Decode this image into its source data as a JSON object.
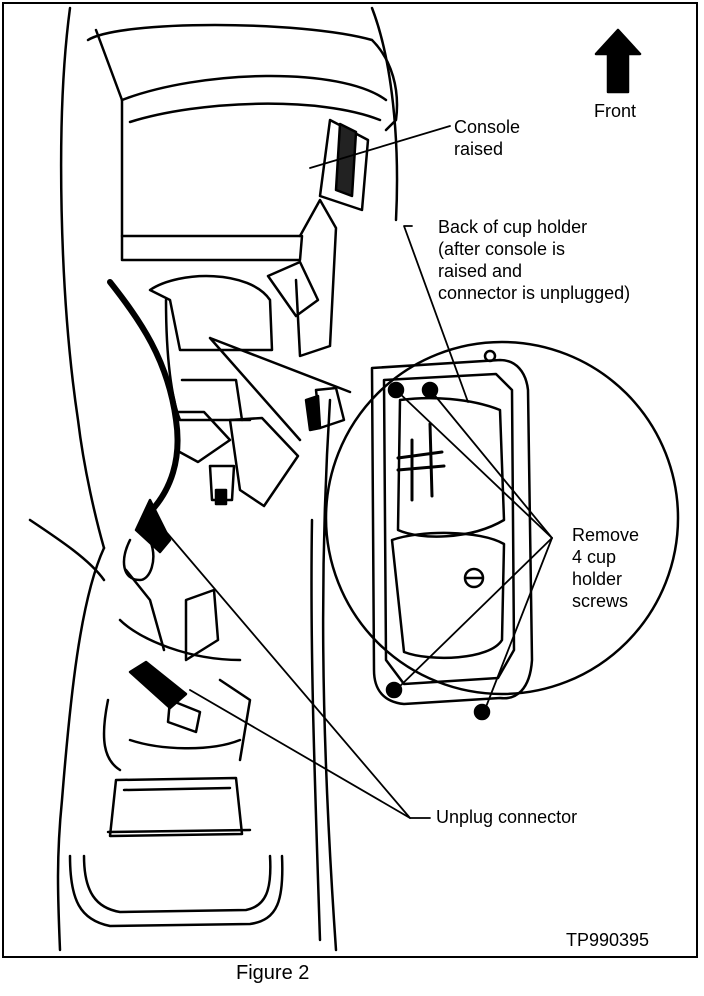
{
  "labels": {
    "front": "Front",
    "console_raised": [
      "Console",
      "raised"
    ],
    "back_of_cup_holder": [
      "Back of cup holder",
      "(after console is",
      "raised and",
      "connector is unplugged)"
    ],
    "remove_screws": [
      "Remove",
      "4 cup",
      "holder",
      "screws"
    ],
    "unplug_connector": "Unplug connector"
  },
  "figure_code": "TP990395",
  "caption": "Figure 2"
}
